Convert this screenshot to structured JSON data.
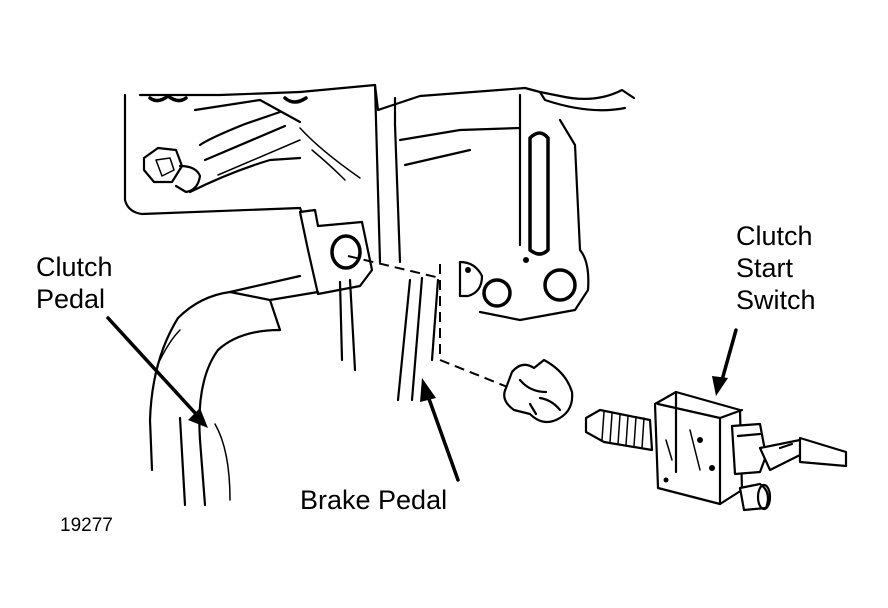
{
  "labels": {
    "clutch_pedal": [
      "Clutch",
      "Pedal"
    ],
    "clutch_start_switch": [
      "Clutch",
      "Start",
      "Switch"
    ],
    "brake_pedal": "Brake Pedal"
  },
  "figure_number": "19277",
  "colors": {
    "line": "#000000",
    "background": "#ffffff"
  }
}
